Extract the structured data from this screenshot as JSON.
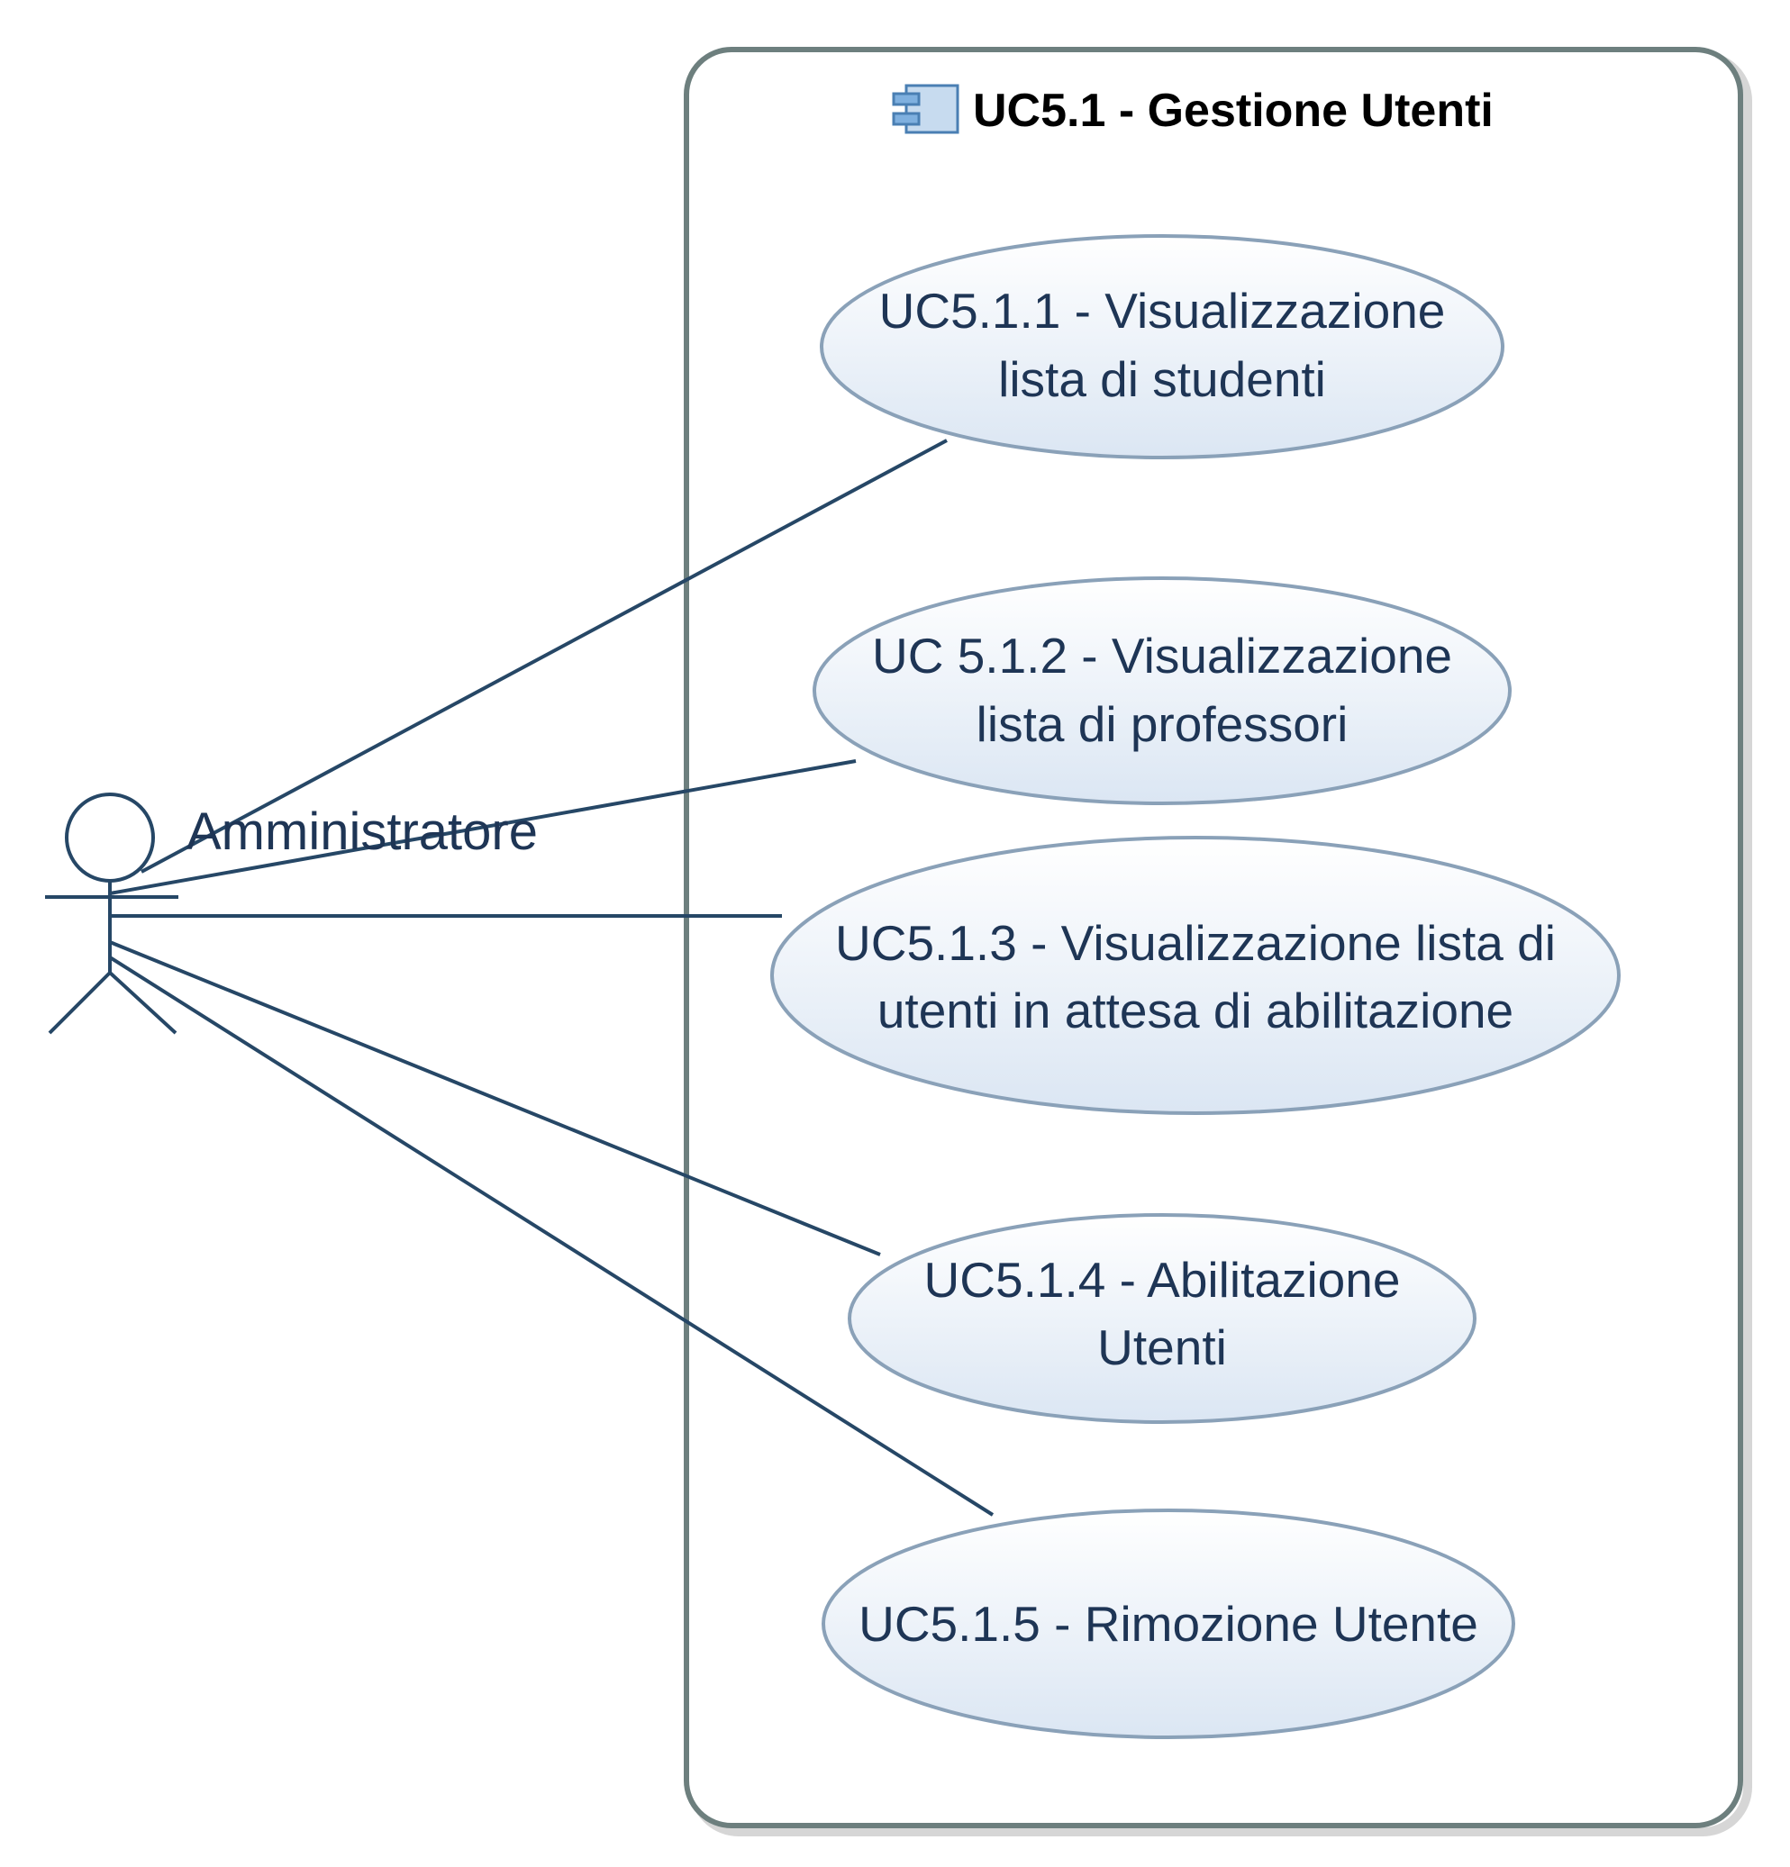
{
  "colors": {
    "boundary_stroke": "#6d7f7e",
    "boundary_shadow": "#d6d6d6",
    "line": "#264766",
    "text": "#1e3555",
    "ellipse_stroke": "#8aa1b8",
    "ellipse_fill_top": "#ffffff",
    "ellipse_fill_bottom": "#dbe6f3"
  },
  "system": {
    "title": "UC5.1 - Gestione Utenti",
    "icon": "component-icon"
  },
  "actor": {
    "name": "Amministratore",
    "icon": "stick-figure-icon"
  },
  "use_cases": [
    {
      "id": "uc-5-1-1",
      "lines": [
        "UC5.1.1 - Visualizzazione",
        "lista di studenti"
      ]
    },
    {
      "id": "uc-5-1-2",
      "lines": [
        "UC 5.1.2 - Visualizzazione",
        "lista di professori"
      ]
    },
    {
      "id": "uc-5-1-3",
      "lines": [
        "UC5.1.3 - Visualizzazione lista di",
        "utenti in attesa di abilitazione"
      ]
    },
    {
      "id": "uc-5-1-4",
      "lines": [
        "UC5.1.4 - Abilitazione",
        "Utenti"
      ]
    },
    {
      "id": "uc-5-1-5",
      "lines": [
        "UC5.1.5 - Rimozione Utente"
      ]
    }
  ]
}
